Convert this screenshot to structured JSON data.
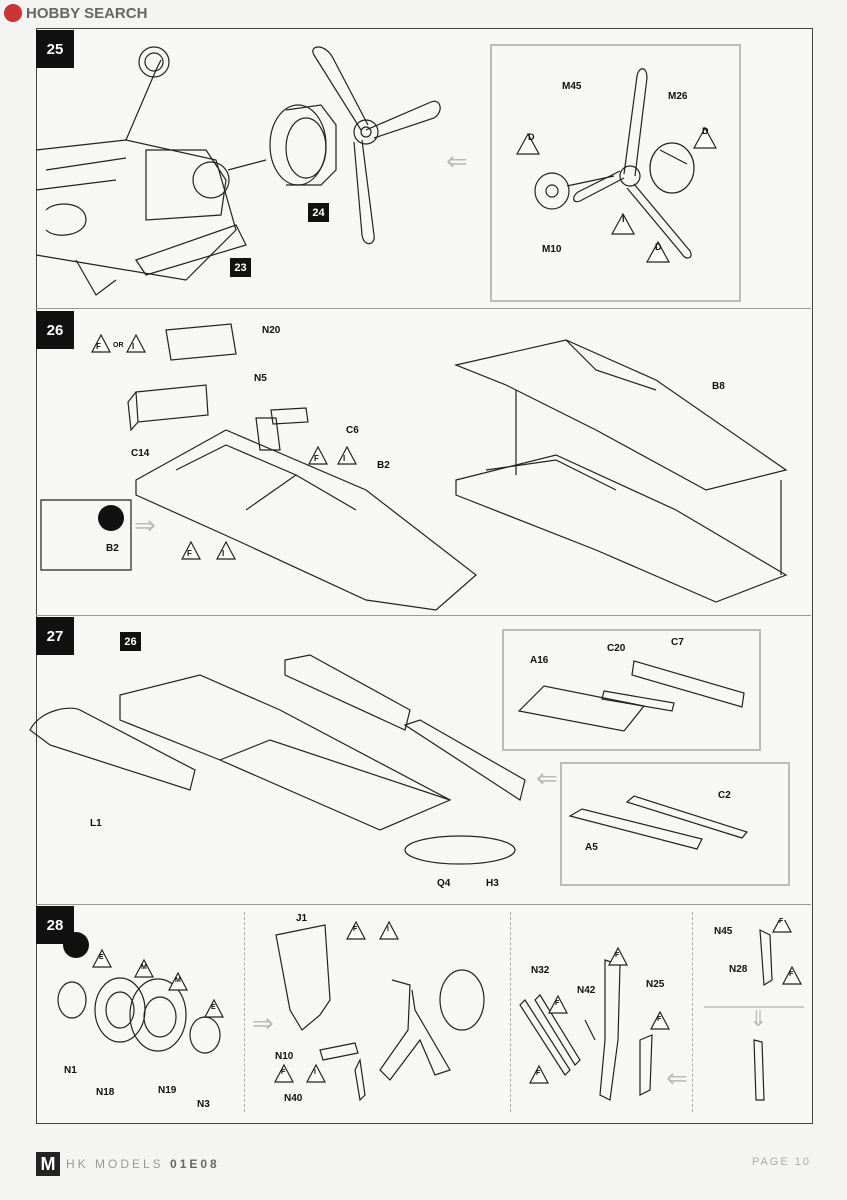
{
  "watermark": {
    "text": "HOBBY SEARCH"
  },
  "steps": [
    {
      "number": "25"
    },
    {
      "number": "26"
    },
    {
      "number": "27"
    },
    {
      "number": "28"
    }
  ],
  "sub_steps": [
    "24",
    "23",
    "26"
  ],
  "step25": {
    "labels": [
      "M45",
      "M26",
      "M10"
    ],
    "symbols": [
      "D",
      "D",
      "I",
      "D"
    ]
  },
  "step26": {
    "labels": [
      "N20",
      "N5",
      "C6",
      "C14",
      "B2",
      "B2",
      "B8"
    ],
    "symbols": [
      "F",
      "I",
      "F",
      "I",
      "F",
      "I"
    ],
    "or_text": "OR"
  },
  "step27": {
    "labels": [
      "L1",
      "Q4",
      "H3",
      "A16",
      "C20",
      "C7",
      "C2",
      "A5"
    ]
  },
  "step28": {
    "labels": [
      "N1",
      "N18",
      "N19",
      "N3",
      "J1",
      "N10",
      "N40",
      "N32",
      "N42",
      "N25",
      "N45",
      "N28"
    ],
    "symbols": [
      "E",
      "M",
      "M",
      "E",
      "F",
      "I",
      "F",
      "I",
      "F",
      "F",
      "F",
      "F",
      "F",
      "F"
    ]
  },
  "footer": {
    "brand": "HK MODELS",
    "code": "01E08",
    "page": "PAGE 10"
  }
}
